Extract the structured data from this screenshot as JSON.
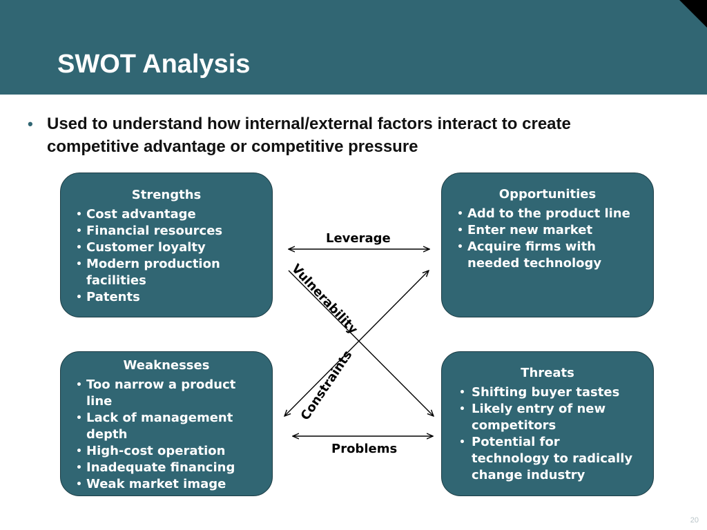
{
  "slide": {
    "title": "SWOT Analysis",
    "intro_line1": "Used to understand how internal/external factors interact to create",
    "intro_line2": "competitive advantage or competitive pressure",
    "page_number": "20"
  },
  "quadrants": {
    "strengths": {
      "title": "Strengths",
      "items": [
        "Cost advantage",
        "Financial resources",
        "Customer loyalty",
        "Modern production facilities",
        "Patents"
      ]
    },
    "opportunities": {
      "title": "Opportunities",
      "items": [
        "Add to the product line",
        "Enter new market",
        "Acquire firms with needed technology"
      ]
    },
    "weaknesses": {
      "title": "Weaknesses",
      "items": [
        "Too narrow a product line",
        "Lack of management depth",
        "High-cost operation",
        "Inadequate financing",
        "Weak market image"
      ]
    },
    "threats": {
      "title": "Threats",
      "items": [
        "Shifting buyer tastes",
        "Likely entry of new competitors",
        "Potential for technology to radically change industry"
      ]
    }
  },
  "connectors": {
    "leverage": "Leverage",
    "problems": "Problems",
    "vulnerability": "Vulnerability",
    "constraints": "Constraints"
  },
  "colors": {
    "header": "#316673",
    "box_fill": "#316673",
    "bullet": "#316673"
  }
}
